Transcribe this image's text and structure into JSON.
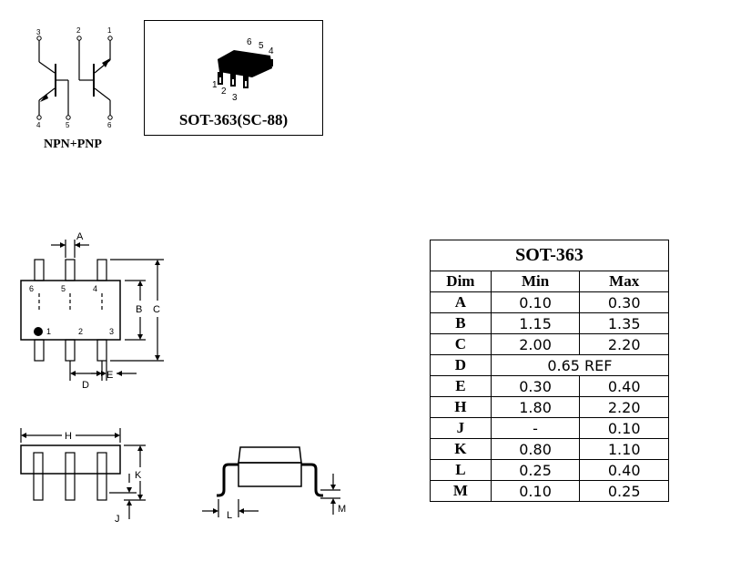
{
  "schematic": {
    "pin_labels": [
      "3",
      "2",
      "1",
      "4",
      "5",
      "6"
    ],
    "caption": "NPN+PNP"
  },
  "package_view": {
    "pin_labels": [
      "6",
      "5",
      "4",
      "1",
      "2",
      "3"
    ],
    "title": "SOT-363(SC-88)"
  },
  "top_view": {
    "pin_labels": [
      "6",
      "5",
      "4",
      "1",
      "2",
      "3"
    ],
    "dim_labels": [
      "A",
      "B",
      "C",
      "D",
      "E"
    ]
  },
  "side_view": {
    "dim_labels": [
      "H",
      "K",
      "J"
    ]
  },
  "end_view": {
    "dim_labels": [
      "L",
      "M"
    ]
  },
  "table": {
    "title": "SOT-363",
    "headers": [
      "Dim",
      "Min",
      "Max"
    ],
    "rows": [
      {
        "dim": "A",
        "min": "0.10",
        "max": "0.30"
      },
      {
        "dim": "B",
        "min": "1.15",
        "max": "1.35"
      },
      {
        "dim": "C",
        "min": "2.00",
        "max": "2.20"
      },
      {
        "dim": "D",
        "ref": "0.65 REF"
      },
      {
        "dim": "E",
        "min": "0.30",
        "max": "0.40"
      },
      {
        "dim": "H",
        "min": "1.80",
        "max": "2.20"
      },
      {
        "dim": "J",
        "min": "-",
        "max": "0.10"
      },
      {
        "dim": "K",
        "min": "0.80",
        "max": "1.10"
      },
      {
        "dim": "L",
        "min": "0.25",
        "max": "0.40"
      },
      {
        "dim": "M",
        "min": "0.10",
        "max": "0.25"
      }
    ]
  }
}
